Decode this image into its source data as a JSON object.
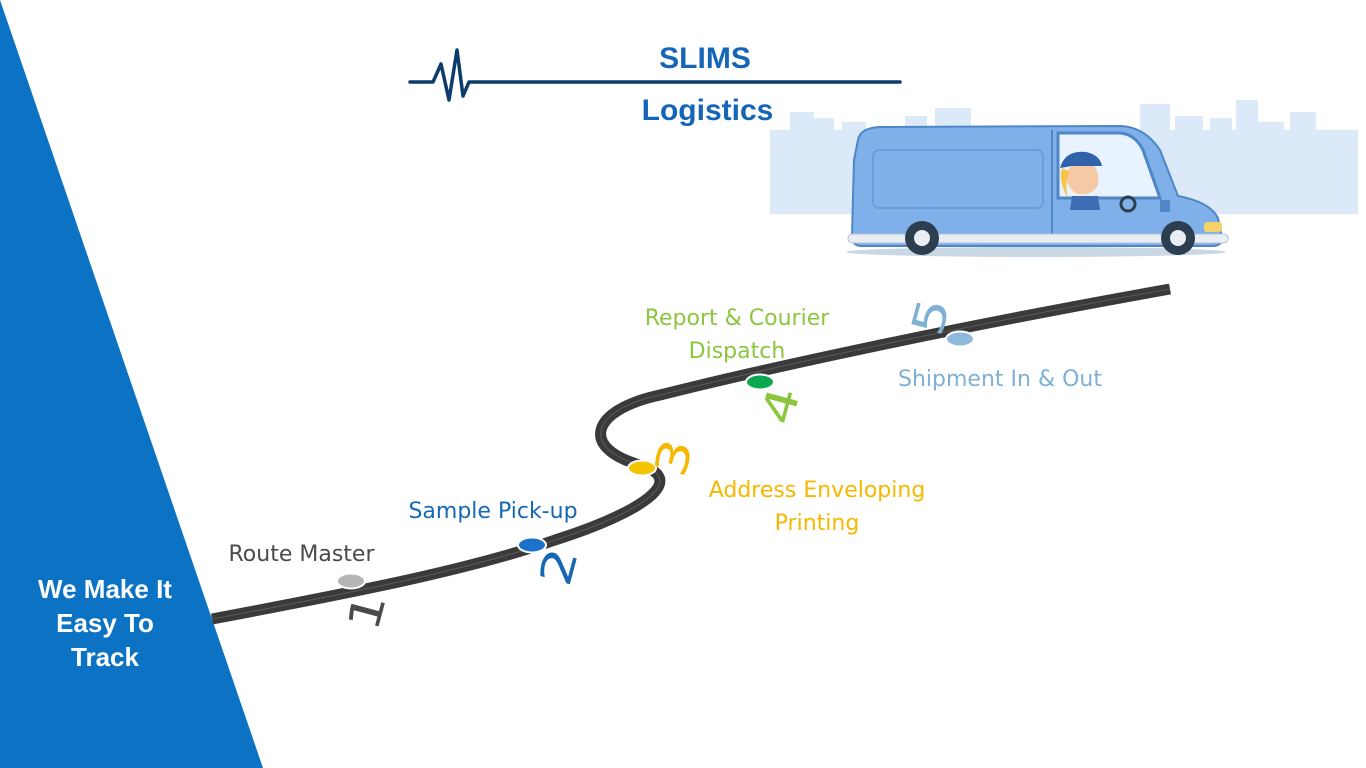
{
  "header": {
    "brand": "SLIMS",
    "subtitle": "Logistics"
  },
  "tagline": "We Make It Easy To Track",
  "steps": [
    {
      "number": "1",
      "label": "Route Master",
      "color": "#4a4a4a",
      "dot_color": "#b5b5b5"
    },
    {
      "number": "2",
      "label": "Sample Pick-up",
      "color": "#1668b4",
      "dot_color": "#1a73c8"
    },
    {
      "number": "3",
      "label_line1": "Address Enveloping",
      "label_line2": "Printing",
      "color": "#f5b800",
      "dot_color": "#f5c400"
    },
    {
      "number": "4",
      "label_line1": "Report  & Courier",
      "label_line2": "Dispatch",
      "color": "#8cc63f",
      "dot_color": "#0aa84f"
    },
    {
      "number": "5",
      "label": "Shipment In & Out",
      "color": "#7fb0d6",
      "dot_color": "#8fb9dc"
    }
  ],
  "colors": {
    "accent": "#0b72c4",
    "title": "#1565b8",
    "road": "#3a3a3a",
    "van": "#7fb0ea",
    "skyline": "#dbe9f8",
    "pulse_line": "#0d3c6b"
  },
  "icons": [
    "heartbeat-pulse-icon",
    "delivery-van-illustration",
    "city-skyline-illustration"
  ]
}
